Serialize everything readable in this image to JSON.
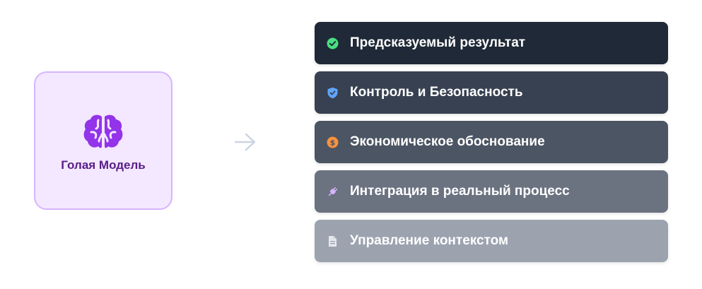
{
  "model": {
    "icon": "brain-icon",
    "label": "Голая Модель",
    "colors": {
      "background": "#f3e8ff",
      "border": "#d8b4fe",
      "icon": "#9333ea",
      "text": "#581c87"
    }
  },
  "connector": {
    "icon": "arrow-right-icon",
    "color": "#cbd5e1"
  },
  "items": [
    {
      "label": "Предсказуемый результат",
      "icon": "check-circle-icon",
      "icon_color": "#4ade80",
      "background": "#1f2937"
    },
    {
      "label": "Контроль и Безопасность",
      "icon": "shield-check-icon",
      "icon_color": "#60a5fa",
      "background": "#374151"
    },
    {
      "label": "Экономическое обоснование",
      "icon": "dollar-coin-icon",
      "icon_color": "#fb923c",
      "background": "#4b5563"
    },
    {
      "label": "Интеграция в реальный процесс",
      "icon": "plug-icon",
      "icon_color": "#d8b4fe",
      "background": "#6b7280"
    },
    {
      "label": "Управление контекстом",
      "icon": "document-icon",
      "icon_color": "#e5e7eb",
      "background": "#9ca3af"
    }
  ]
}
